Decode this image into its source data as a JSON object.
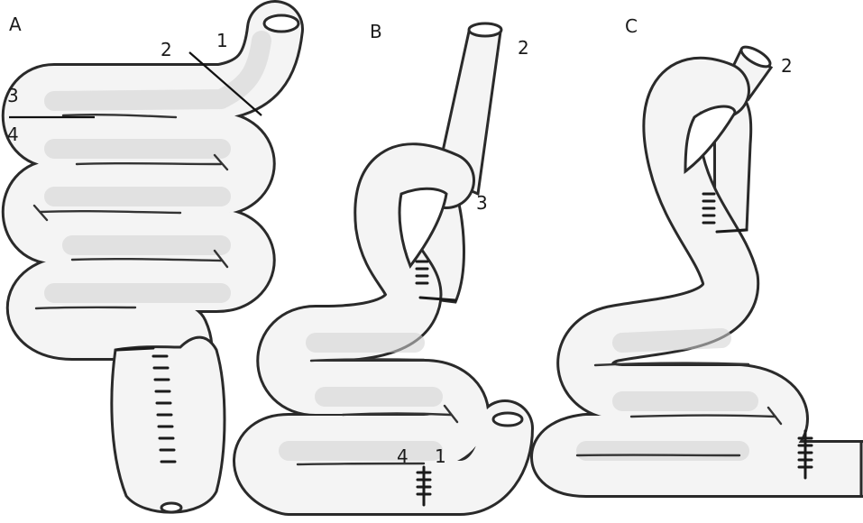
{
  "figure": {
    "panels": [
      {
        "letter": "A",
        "markers": {
          "m1": "1",
          "m2": "2",
          "m3": "3",
          "m4": "4"
        }
      },
      {
        "letter": "B",
        "markers": {
          "m2": "2",
          "m3": "3",
          "m4": "4",
          "m1": "1"
        }
      },
      {
        "letter": "C",
        "markers": {
          "m2": "2"
        }
      }
    ]
  }
}
